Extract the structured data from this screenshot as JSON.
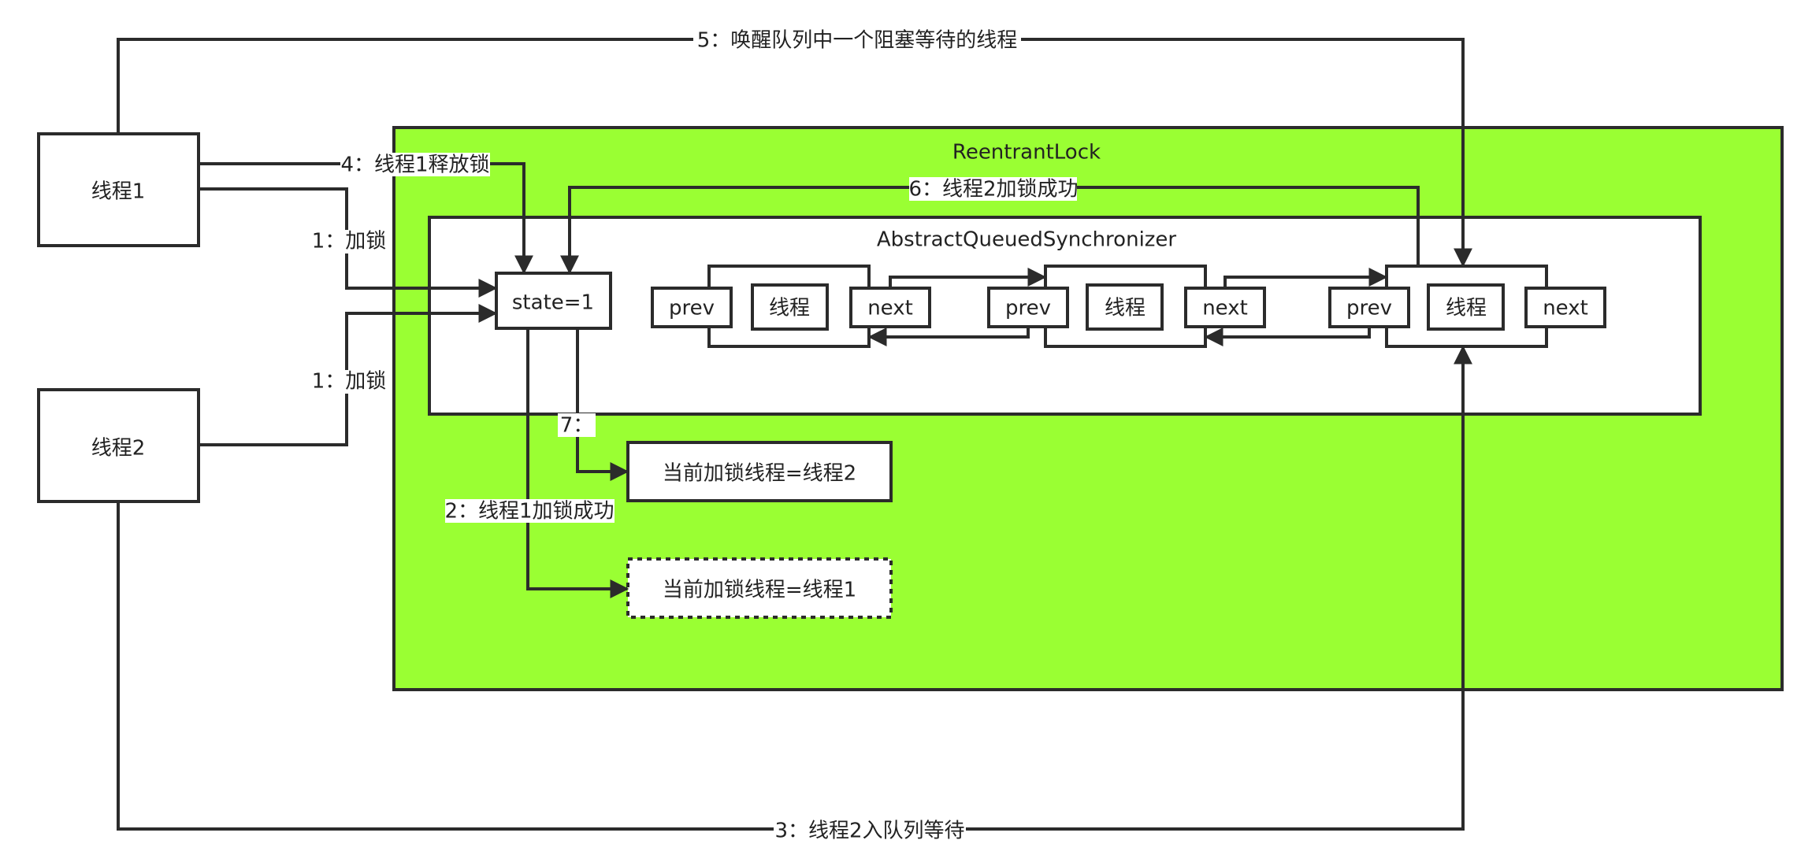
{
  "diagram": {
    "container_title": "ReentrantLock",
    "aqs_title": "AbstractQueuedSynchronizer",
    "state_label": "state=1",
    "thread1": "线程1",
    "thread2": "线程2",
    "node": {
      "prev": "prev",
      "thread": "线程",
      "next": "next"
    },
    "owner_current": "当前加锁线程=线程2",
    "owner_previous": "当前加锁线程=线程1",
    "steps": {
      "s1a": "1：加锁",
      "s1b": "1：加锁",
      "s2": "2：线程1加锁成功",
      "s3": "3：线程2入队列等待",
      "s4": "4：线程1释放锁",
      "s5": "5：唤醒队列中一个阻塞等待的线程",
      "s6": "6：线程2加锁成功",
      "s7": "7："
    },
    "colors": {
      "container_fill": "#9aff33",
      "stroke": "#2b2b2b"
    }
  }
}
